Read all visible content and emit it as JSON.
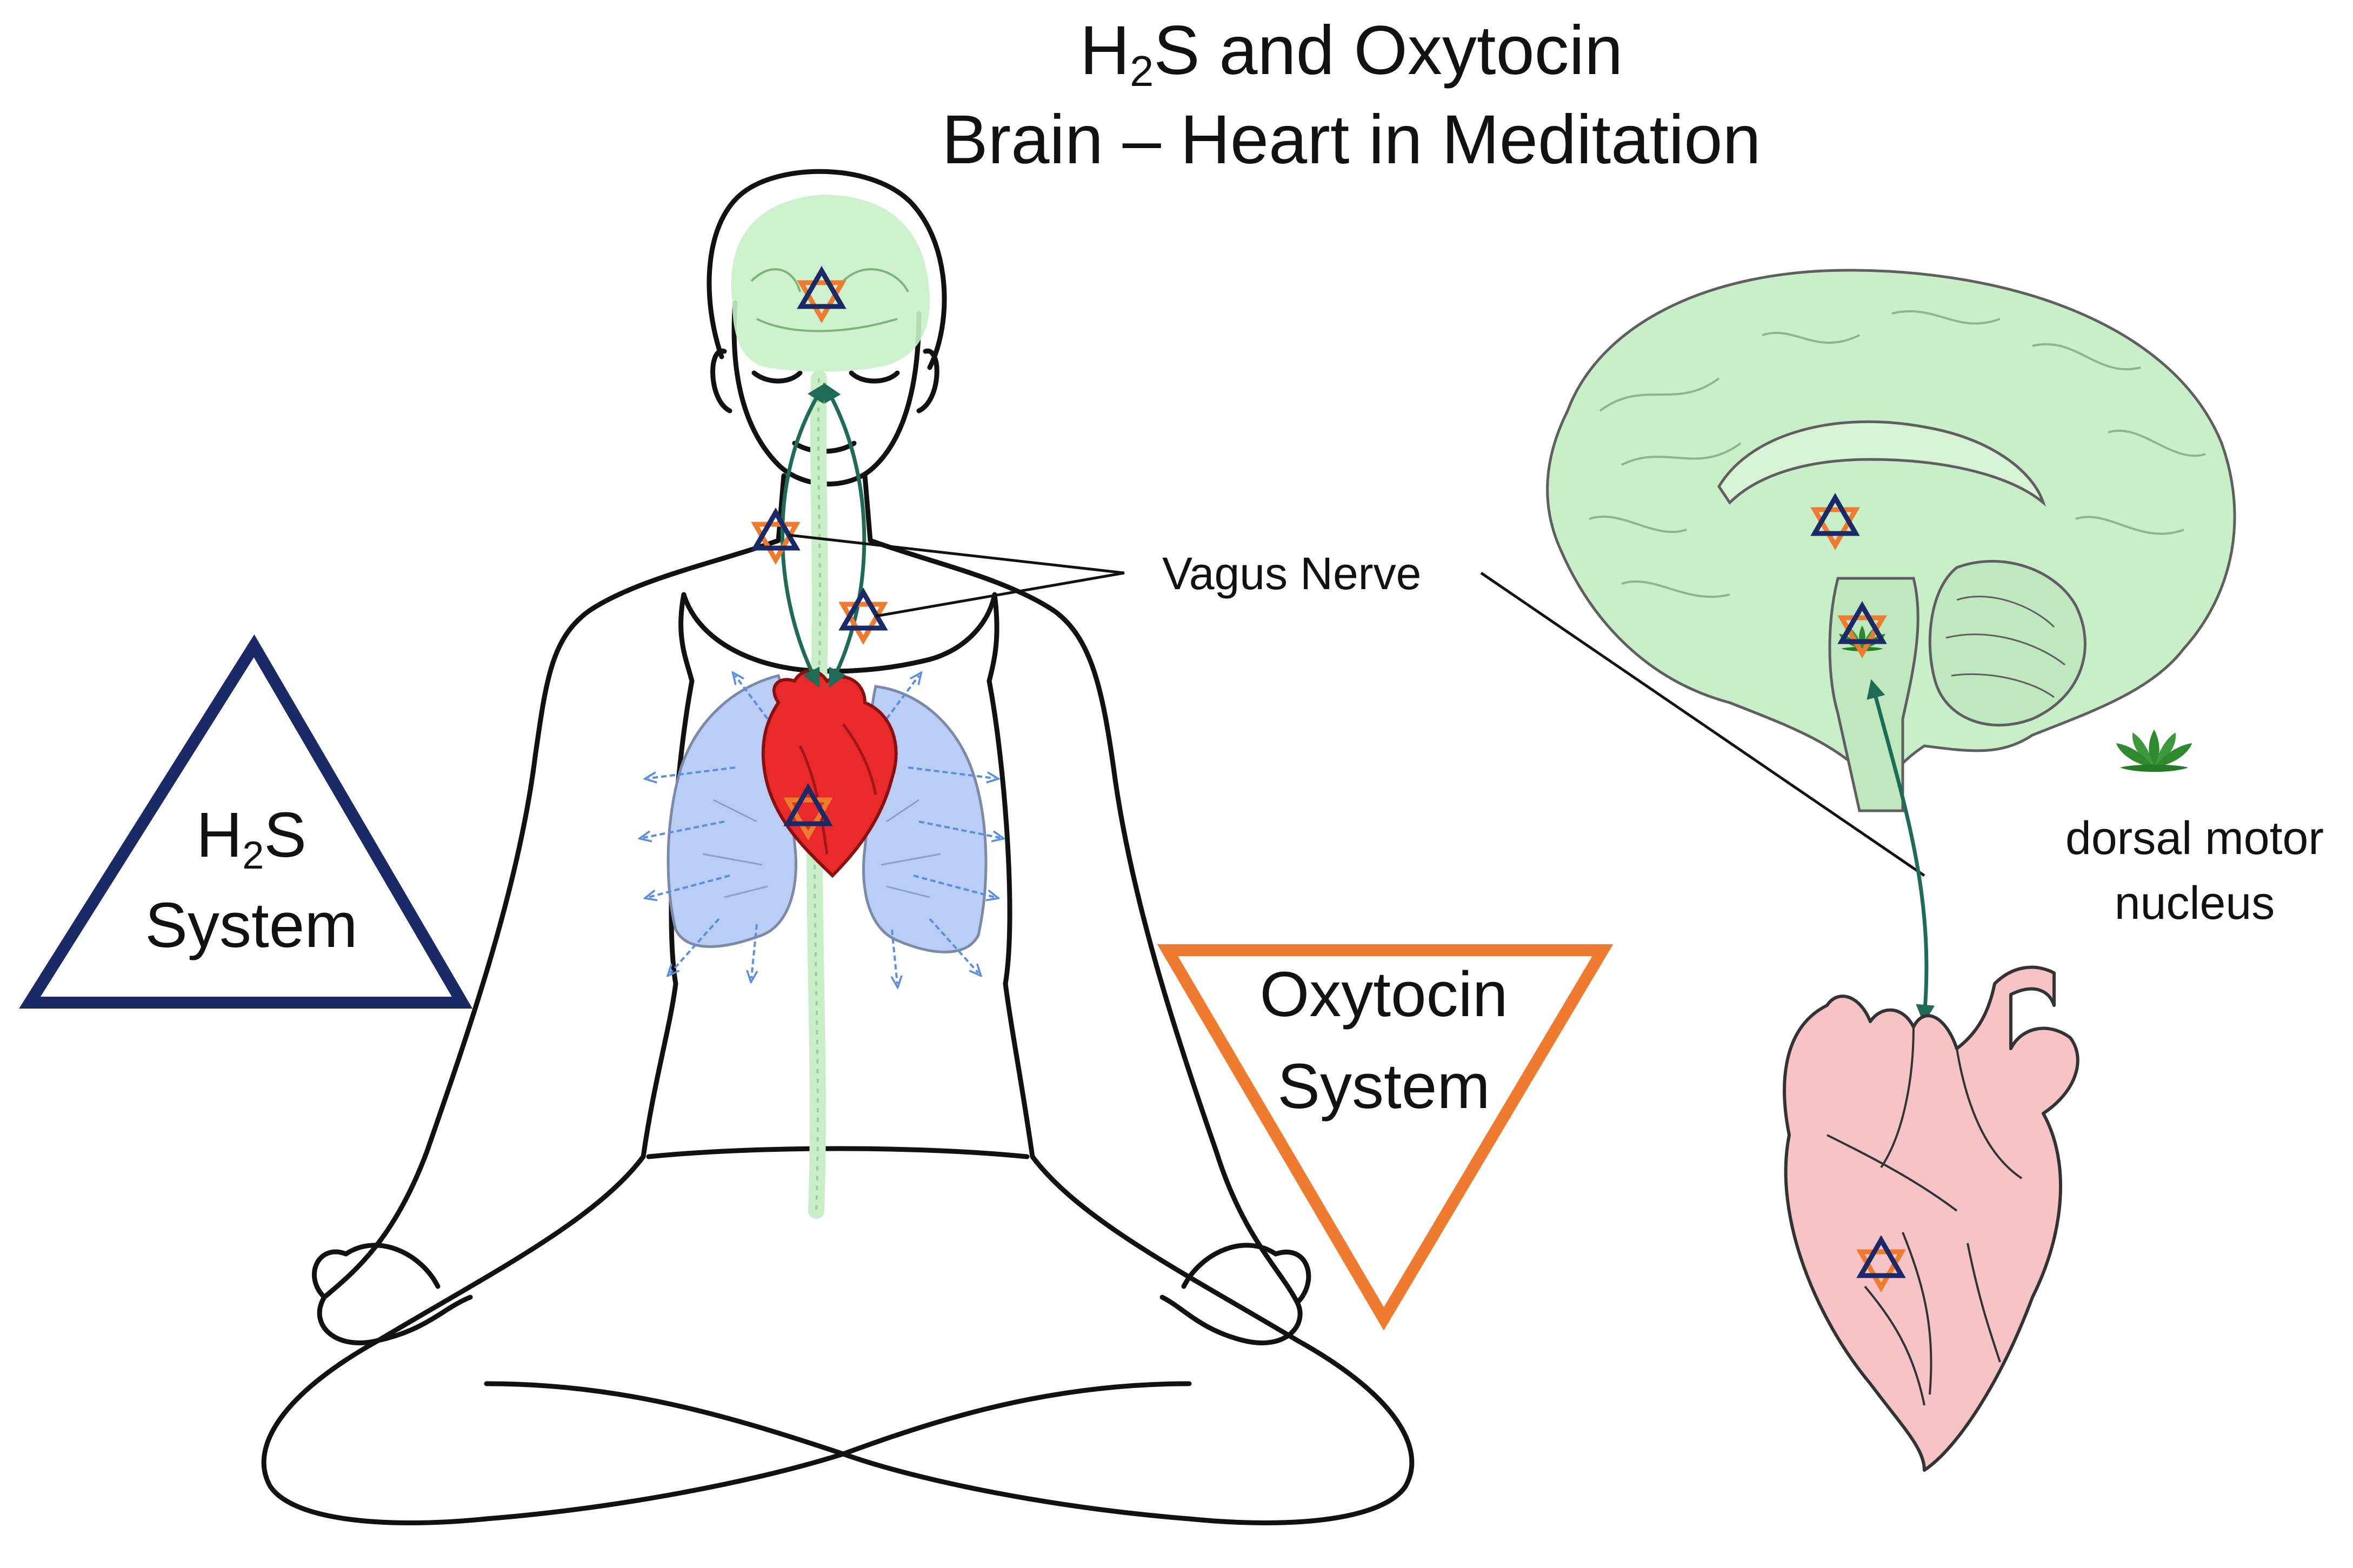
{
  "title": {
    "line1_prefix": "H",
    "line1_sub": "2",
    "line1_suffix": "S and Oxytocin",
    "line2": "Brain – Heart in Meditation"
  },
  "labels": {
    "vagus_nerve": "Vagus Nerve",
    "h2s_system": {
      "prefix": "H",
      "sub": "2",
      "suffix": "S",
      "line2": "System"
    },
    "oxytocin_system": {
      "line1": "Oxytocin",
      "line2": "System"
    },
    "dorsal_motor_nucleus": {
      "line1": "dorsal motor",
      "line2": "nucleus"
    }
  },
  "colors": {
    "h2s_navy": "#1b2a66",
    "oxytocin_orange": "#ee7b2f",
    "brain_green": "#c9efc9",
    "lung_blue": "#b9cdf5",
    "heart_red": "#ea2a2a",
    "heart_pink": "#f6c3c6",
    "nerve_teal": "#1f6b55",
    "lotus_green": "#2f8a2f"
  }
}
